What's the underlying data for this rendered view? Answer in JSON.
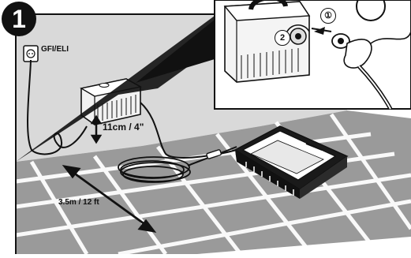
{
  "step": {
    "number": "1"
  },
  "labels": {
    "outlet": "GFI/ELI",
    "height": "11cm / 4\"",
    "distance": "3.5m / 12 ft"
  },
  "inset": {
    "step_one": "①",
    "step_two": "2"
  }
}
